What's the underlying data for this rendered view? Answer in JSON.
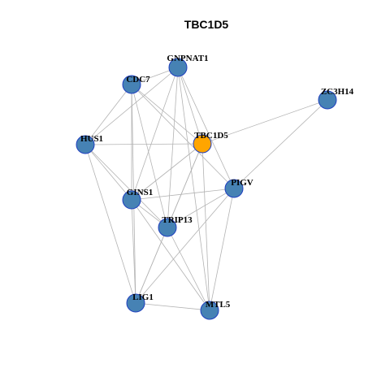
{
  "title": "TBC1D5",
  "colors": {
    "node_default": "#4682b4",
    "node_highlight": "#ffa500",
    "node_border": "#1f3fbf",
    "edge": "#b3b3b3"
  },
  "nodes": [
    {
      "id": "GNPNAT1",
      "label": "GNPNAT1",
      "highlight": false
    },
    {
      "id": "CDC7",
      "label": "CDC7",
      "highlight": false
    },
    {
      "id": "ZC3H14",
      "label": "ZC3H14",
      "highlight": false
    },
    {
      "id": "HUS1",
      "label": "HUS1",
      "highlight": false
    },
    {
      "id": "TBC1D5",
      "label": "TBC1D5",
      "highlight": true
    },
    {
      "id": "PIGV",
      "label": "PIGV",
      "highlight": false
    },
    {
      "id": "GINS1",
      "label": "GINS1",
      "highlight": false
    },
    {
      "id": "TRIP13",
      "label": "TRIP13",
      "highlight": false
    },
    {
      "id": "LIG1",
      "label": "LIG1",
      "highlight": false
    },
    {
      "id": "MTL5",
      "label": "MTL5",
      "highlight": false
    }
  ],
  "edges": [
    [
      "GNPNAT1",
      "CDC7"
    ],
    [
      "GNPNAT1",
      "HUS1"
    ],
    [
      "GNPNAT1",
      "TBC1D5"
    ],
    [
      "GNPNAT1",
      "PIGV"
    ],
    [
      "GNPNAT1",
      "GINS1"
    ],
    [
      "GNPNAT1",
      "TRIP13"
    ],
    [
      "GNPNAT1",
      "MTL5"
    ],
    [
      "CDC7",
      "HUS1"
    ],
    [
      "CDC7",
      "TBC1D5"
    ],
    [
      "CDC7",
      "PIGV"
    ],
    [
      "CDC7",
      "GINS1"
    ],
    [
      "CDC7",
      "TRIP13"
    ],
    [
      "CDC7",
      "LIG1"
    ],
    [
      "ZC3H14",
      "TBC1D5"
    ],
    [
      "ZC3H14",
      "PIGV"
    ],
    [
      "HUS1",
      "TBC1D5"
    ],
    [
      "HUS1",
      "GINS1"
    ],
    [
      "HUS1",
      "TRIP13"
    ],
    [
      "HUS1",
      "LIG1"
    ],
    [
      "TBC1D5",
      "GINS1"
    ],
    [
      "TBC1D5",
      "TRIP13"
    ],
    [
      "TBC1D5",
      "LIG1"
    ],
    [
      "TBC1D5",
      "MTL5"
    ],
    [
      "PIGV",
      "GINS1"
    ],
    [
      "PIGV",
      "TRIP13"
    ],
    [
      "PIGV",
      "LIG1"
    ],
    [
      "PIGV",
      "MTL5"
    ],
    [
      "GINS1",
      "TRIP13"
    ],
    [
      "GINS1",
      "LIG1"
    ],
    [
      "GINS1",
      "MTL5"
    ],
    [
      "TRIP13",
      "LIG1"
    ],
    [
      "TRIP13",
      "MTL5"
    ],
    [
      "LIG1",
      "MTL5"
    ]
  ]
}
